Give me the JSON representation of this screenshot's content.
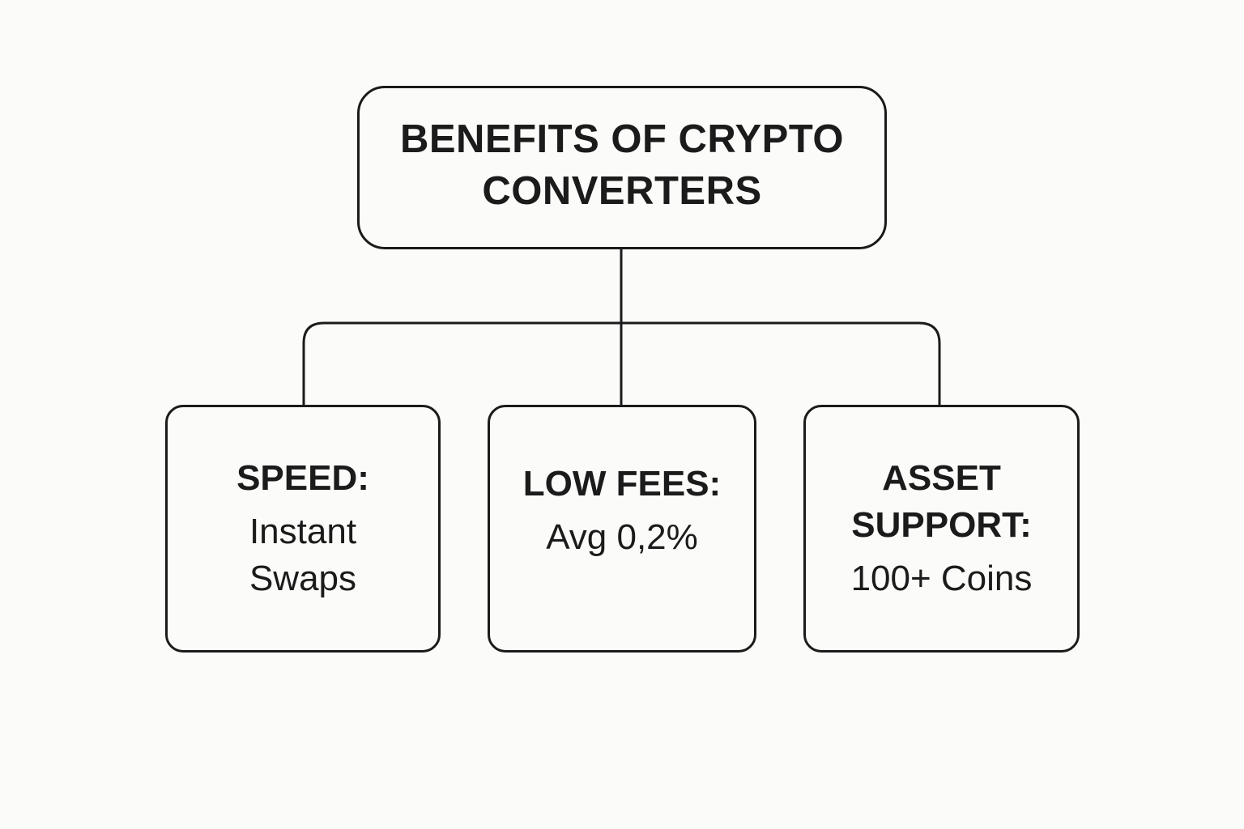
{
  "diagram": {
    "root": {
      "title": "BENEFITS OF CRYPTO CONVERTERS"
    },
    "children": [
      {
        "label": "SPEED:",
        "value": "Instant Swaps"
      },
      {
        "label": "LOW FEES:",
        "value": "Avg 0,2%"
      },
      {
        "label": "ASSET SUPPORT:",
        "value": "100+ Coins"
      }
    ]
  },
  "colors": {
    "background": "#fbfbf9",
    "stroke": "#1b1b1b",
    "text": "#1b1b1b"
  }
}
